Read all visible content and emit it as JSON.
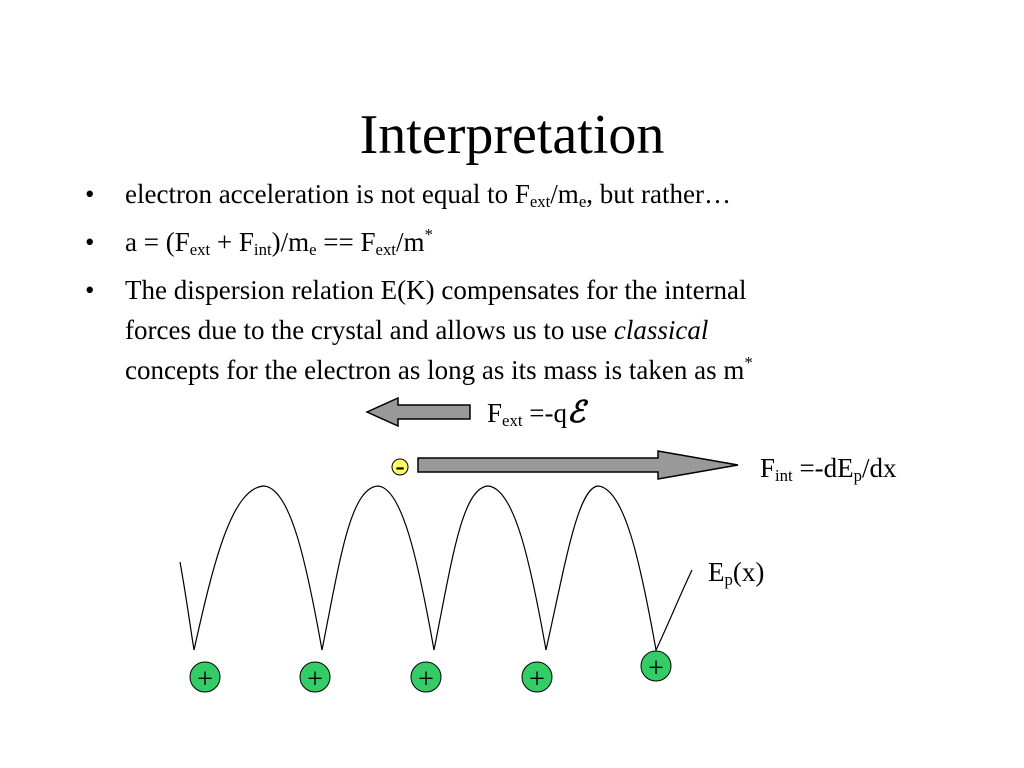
{
  "slide": {
    "title": "Interpretation"
  },
  "bullets": {
    "marker": "•",
    "b1": {
      "text_before": "electron acceleration is not equal to F",
      "sub1": "ext",
      "mid": "/m",
      "sub2": "e",
      "text_after": ", but rather…"
    },
    "b2": {
      "p1": "a = (F",
      "s1": "ext",
      "p2": " + F",
      "s2": "int",
      "p3": ")/m",
      "s3": "e",
      "p4": " == F",
      "s4": "ext",
      "p5": "/m",
      "sup": "*"
    },
    "b3": {
      "line1": "The dispersion relation E(K) compensates for the internal",
      "line2_before": "forces due to the crystal and allows us to use ",
      "line2_em": "classical",
      "line3": "concepts for the electron as long as its mass is taken as m",
      "line3_sup": "*"
    }
  },
  "labels": {
    "fext": {
      "f": "F",
      "sub": "ext",
      "eq": " =-q",
      "field": "ℰ"
    },
    "fint": {
      "f": "F",
      "sub": "int",
      "eq": " =-dE",
      "sub2": "p",
      "tail": "/dx"
    },
    "ep": {
      "e": "E",
      "sub": "p",
      "tail": "(x)"
    }
  },
  "diagram": {
    "electron_charge": "-",
    "ion_charge": "+",
    "colors": {
      "electron_fill": "#ffff66",
      "ion_fill": "#33cc66",
      "arrow_fill": "#999999"
    }
  }
}
